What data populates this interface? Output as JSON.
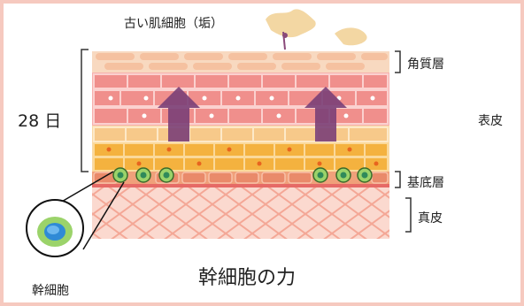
{
  "labels": {
    "old_cells": "古い肌細胞（垢）",
    "stratum_corneum": "角質層",
    "days": "28 日",
    "epidermis": "表皮",
    "basal_layer": "基底層",
    "dermis": "真皮",
    "stem_cell": "幹細胞",
    "title": "幹細胞の力"
  },
  "colors": {
    "frame": "#f6c9bf",
    "corneum": "#f5c9a8",
    "upper_cells": "#f19a99",
    "mid_cells": "#f7c98a",
    "lower_cells": "#f4b23f",
    "basal_line": "#e66a66",
    "dermis": "#f7b7aa",
    "arrow": "#7a3f77",
    "stem_outer": "#9bd36a",
    "stem_inner": "#2f8ad6",
    "flake": "#f3d7a3"
  }
}
